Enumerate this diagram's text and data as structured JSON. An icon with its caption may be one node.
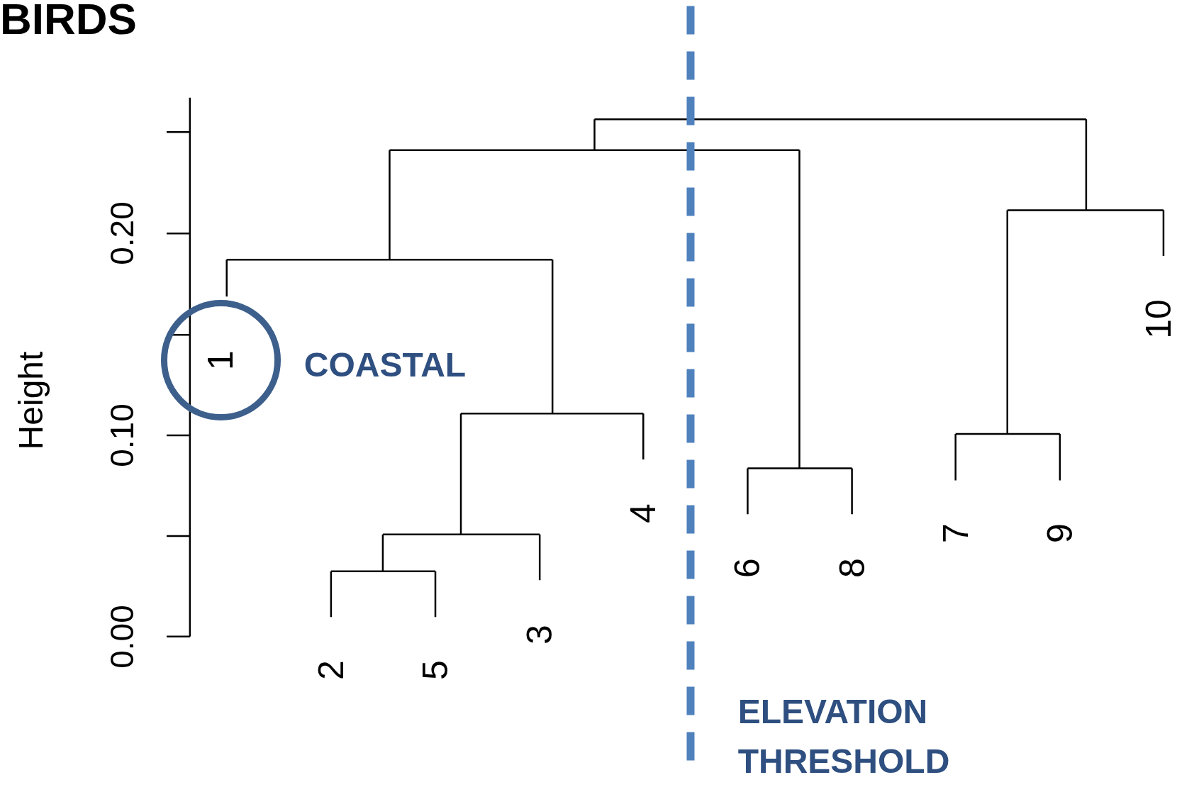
{
  "diagram": {
    "title": "BIRDS",
    "nodes": [
      {
        "text": [
          "1"
        ]
      }
    ],
    "edges": [],
    "labels": [
      "Height",
      "0.00",
      "0.10",
      "0.20",
      "COASTAL",
      "2",
      "5",
      "3",
      "4",
      "6",
      "8",
      "7",
      "9",
      "10",
      "ELEVATION THRESHOLD"
    ]
  }
}
